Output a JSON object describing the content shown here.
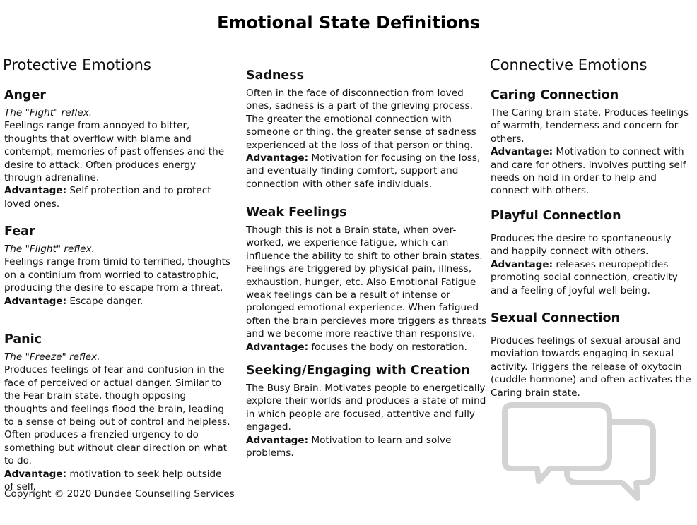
{
  "title": "Emotional State Definitions",
  "left": {
    "heading": "Protective Emotions",
    "sections": [
      {
        "name": "Anger",
        "reflex": "The \"Fight\" reflex.",
        "body": "Feelings range from annoyed to bitter, thoughts that overflow with blame and contempt, memories of past offenses and the desire to attack.  Often produces energy through adrenaline.",
        "advantage_label": "Advantage:",
        "advantage": " Self protection and to protect loved ones."
      },
      {
        "name": "Fear",
        "reflex": "The \"Flight\" reflex.",
        "body": "Feelings range from timid to terrified, thoughts on a continium from worried to catastrophic, producing the desire to escape from a threat.",
        "advantage_label": "Advantage:",
        "advantage": " Escape danger."
      },
      {
        "name": "Panic",
        "reflex": "The \"Freeze\" reflex.",
        "body": "Produces feelings of fear and confusion in the face of perceived or actual danger.  Similar to the Fear brain state, though opposing thoughts and feelings flood the brain, leading to a sense of being out of control and helpless. Often produces a frenzied urgency to do something but without clear direction on what to do.",
        "advantage_label": "Advantage:",
        "advantage": " motivation to seek help outside of self."
      }
    ]
  },
  "middle": {
    "sections": [
      {
        "name": "Sadness",
        "body": "Often in the face of disconnection from loved ones, sadness is a part of the grieving process. The greater the emotional connection with someone or thing, the greater sense of sadness experienced at the loss of that person or thing.",
        "advantage_label": "Advantage:",
        "advantage": " Motivation for focusing on the loss, and eventually finding comfort, support and connection with other safe individuals."
      },
      {
        "name": "Weak Feelings",
        "body": "Though this is not a Brain state, when over-worked, we experience fatigue, which can influence the ability to shift to other brain states.  Feelings are triggered by physical pain, illness, exhaustion, hunger, etc.  Also Emotional Fatigue weak feelings can be a result of intense or prolonged emotional experience. When fatigued often the brain percieves more triggers as threats and we become more reactive than responsive.",
        "advantage_label": "Advantage:",
        "advantage": " focuses the body on restoration."
      },
      {
        "name": "Seeking/Engaging with Creation",
        "body": "The Busy Brain.  Motivates people to energetically explore their worlds and produces a state of mind in which people are focused, attentive and fully engaged.",
        "advantage_label": "Advantage:",
        "advantage": " Motivation to learn and solve problems."
      }
    ]
  },
  "right": {
    "heading": "Connective Emotions",
    "sections": [
      {
        "name": "Caring Connection",
        "body": "The Caring brain state. Produces feelings of warmth, tenderness and concern for others.",
        "advantage_label": "Advantage:",
        "advantage": " Motivation to connect with and care for others. Involves putting self needs on hold in order to help and connect with others."
      },
      {
        "name": "Playful Connection",
        "body": "Produces the desire to spontaneously and happily connect with others.",
        "advantage_label": "Advantage:",
        "advantage": " releases neuropeptides promoting social connection, creativity and a feeling of joyful well being."
      },
      {
        "name": "Sexual Connection",
        "body": "Produces feelings of sexual arousal and moviation towards engaging in sexual activity. Triggers the release of oxytocin (cuddle hormone) and often activates the Caring brain state."
      }
    ]
  },
  "copyright": "Copyright © 2020  Dundee Counselling Services",
  "graphic": {
    "icon": "chat-bubbles-icon",
    "color": "#d3d3d3"
  }
}
